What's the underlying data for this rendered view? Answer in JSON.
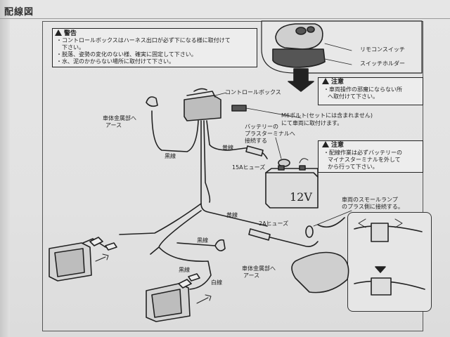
{
  "page": {
    "title": "配線図"
  },
  "warning": {
    "heading": "警告",
    "lines": [
      "・コントロールボックスはハーネス出口が必ず下になる様に取付けて",
      "　下さい。",
      "・脱落、姿勢の変化のない様、確実に固定して下さい。",
      "・水、泥のかからない場所に取付けて下さい。"
    ]
  },
  "remote": {
    "remote_label": "リモコンスイッチ",
    "holder_label": "スイッチホルダー"
  },
  "caution1": {
    "heading": "注意",
    "lines": [
      "・車両操作の邪魔にならない所",
      "へ取付けて下さい。"
    ]
  },
  "caution2": {
    "heading": "注意",
    "lines": [
      "・配線作業は必ずバッテリーの",
      "マイナスターミナルを外して",
      "から行って下さい。"
    ]
  },
  "labels": {
    "control_box": "コントロールボックス",
    "bolt_line1": "M6ボルト(セットには含まれません)",
    "bolt_line2": "にて車両に取付けます。",
    "battery_plus_1": "バッテリーの",
    "battery_plus_2": "プラスターミナルへ",
    "battery_plus_3": "接続する",
    "ground_top_1": "車体金属部へ",
    "ground_top_2": "アース",
    "black_wire_1": "黒線",
    "yellow_wire_1": "黄線",
    "fuse_15a": "15Aヒューズ",
    "battery_voltage": "12V",
    "yellow_wire_2": "黄線",
    "fuse_2a": "2Aヒューズ",
    "small_lamp_1": "車両のスモールランプ",
    "small_lamp_2": "のプラス側に接続する。",
    "black_wire_2": "黒線",
    "black_wire_3": "黒線",
    "white_wire": "白線",
    "ground_bottom_1": "車体金属部へ",
    "ground_bottom_2": "アース"
  }
}
